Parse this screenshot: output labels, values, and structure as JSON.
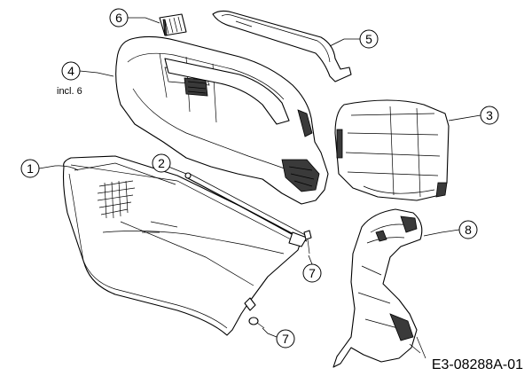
{
  "callouts": [
    {
      "id": "c1",
      "label": "1"
    },
    {
      "id": "c2",
      "label": "2"
    },
    {
      "id": "c3",
      "label": "3"
    },
    {
      "id": "c4",
      "label": "4"
    },
    {
      "id": "c5",
      "label": "5"
    },
    {
      "id": "c6",
      "label": "6"
    },
    {
      "id": "c7a",
      "label": "7"
    },
    {
      "id": "c7b",
      "label": "7"
    },
    {
      "id": "c8",
      "label": "8"
    }
  ],
  "notes": {
    "part4": "incl. 6"
  },
  "drawing_code": "E3-08288A-01",
  "colors": {
    "line": "#000000",
    "background": "#ffffff",
    "shading": "#3a3a3a"
  }
}
